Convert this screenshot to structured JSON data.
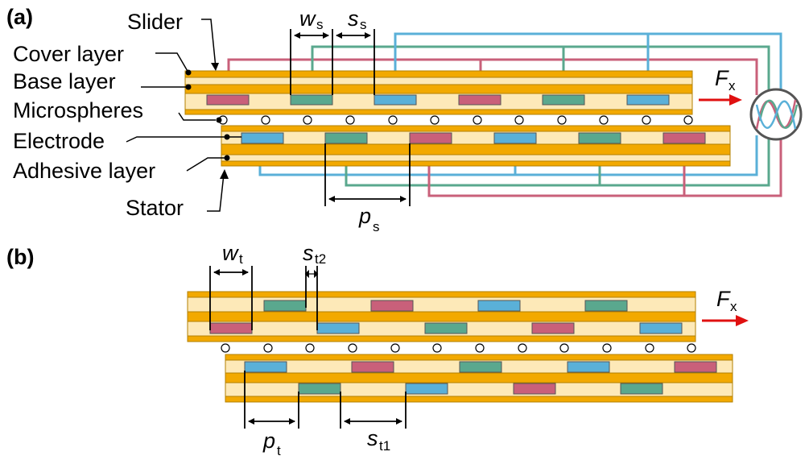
{
  "panel_a": {
    "tag": "(a)",
    "labels": {
      "slider": "Slider",
      "cover_layer": "Cover layer",
      "base_layer": "Base layer",
      "microspheres": "Microspheres",
      "electrode": "Electrode",
      "adhesive_layer": "Adhesive layer",
      "stator": "Stator"
    },
    "dims": {
      "ws_main": "w",
      "ws_sub": "s",
      "ss_main": "s",
      "ss_sub": "s",
      "ps_main": "p",
      "ps_sub": "s"
    },
    "force_main": "F",
    "force_sub": "x"
  },
  "panel_b": {
    "tag": "(b)",
    "dims": {
      "wt_main": "w",
      "wt_sub": "t",
      "st2_main": "s",
      "st2_sub": "t2",
      "pt_main": "p",
      "pt_sub": "t",
      "st1_main": "s",
      "st1_sub": "t1"
    },
    "force_main": "F",
    "force_sub": "x"
  },
  "colors": {
    "orange": "#f2a900",
    "cream": "#fde9b8",
    "pink": "#c9607a",
    "green": "#5aa88e",
    "blue": "#5ab0d8",
    "arrow_red": "#e01010",
    "outline": "#b38000"
  }
}
